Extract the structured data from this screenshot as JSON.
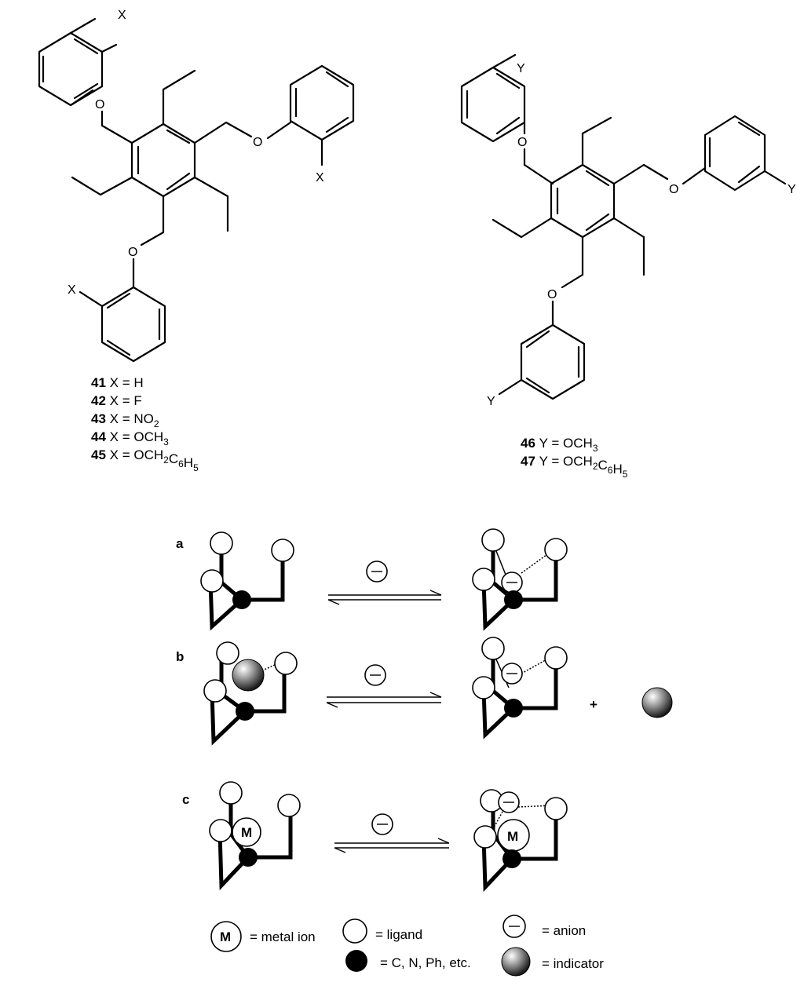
{
  "compounds_left": [
    {
      "num": "41",
      "lhs": "X",
      "eq": " = ",
      "rhs": [
        {
          "t": "H"
        }
      ]
    },
    {
      "num": "42",
      "lhs": "X",
      "eq": " = ",
      "rhs": [
        {
          "t": "F"
        }
      ]
    },
    {
      "num": "43",
      "lhs": "X",
      "eq": " = ",
      "rhs": [
        {
          "t": "NO"
        },
        {
          "t": "2",
          "sub": true
        }
      ]
    },
    {
      "num": "44",
      "lhs": "X",
      "eq": " = ",
      "rhs": [
        {
          "t": "OCH"
        },
        {
          "t": "3",
          "sub": true
        }
      ]
    },
    {
      "num": "45",
      "lhs": "X",
      "eq": " = ",
      "rhs": [
        {
          "t": "OCH"
        },
        {
          "t": "2",
          "sub": true
        },
        {
          "t": "C"
        },
        {
          "t": "6",
          "sub": true
        },
        {
          "t": "H"
        },
        {
          "t": "5",
          "sub": true
        }
      ]
    }
  ],
  "compounds_right": [
    {
      "num": "46",
      "lhs": "Y",
      "eq": " = ",
      "rhs": [
        {
          "t": "OCH"
        },
        {
          "t": "3",
          "sub": true
        }
      ]
    },
    {
      "num": "47",
      "lhs": "Y",
      "eq": " = ",
      "rhs": [
        {
          "t": "OCH"
        },
        {
          "t": "2",
          "sub": true
        },
        {
          "t": "C"
        },
        {
          "t": "6",
          "sub": true
        },
        {
          "t": "H"
        },
        {
          "t": "5",
          "sub": true
        }
      ]
    }
  ],
  "atoms": {
    "oxygen": "O",
    "x": "X",
    "y": "Y"
  },
  "panels": {
    "a": "a",
    "b": "b",
    "c": "c"
  },
  "symbols": {
    "metal": "M",
    "plus": "+"
  },
  "legend": {
    "metal_ion": "= metal ion",
    "ligand": "= ligand",
    "anion": "= anion",
    "core": "=  C, N, Ph, etc.",
    "indicator": "= indicator"
  }
}
